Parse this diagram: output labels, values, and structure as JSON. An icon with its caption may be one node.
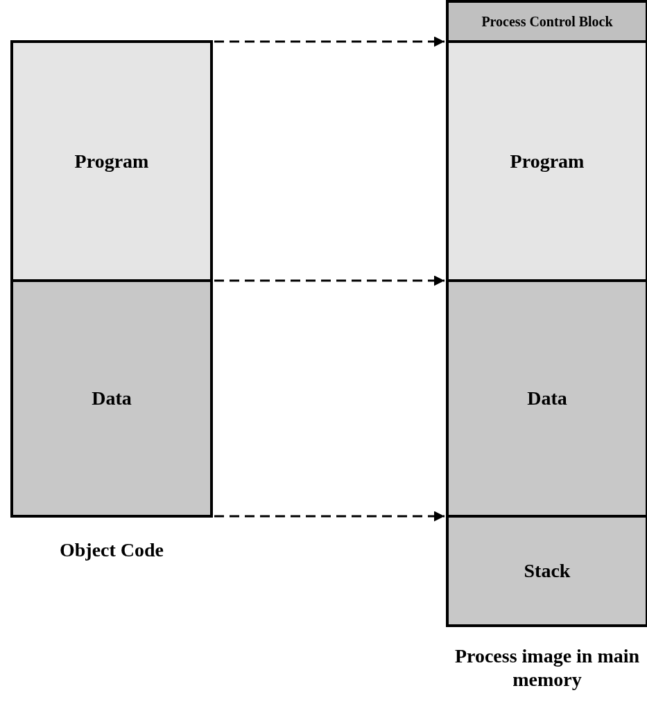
{
  "diagram": {
    "nodes": [
      {
        "text": [
          "Program"
        ]
      },
      {
        "text": [
          "Data"
        ]
      },
      {
        "text": [
          "Process Control Block"
        ]
      },
      {
        "text": [
          "Program"
        ]
      },
      {
        "text": [
          "Data"
        ]
      },
      {
        "text": [
          "Stack"
        ]
      }
    ],
    "edges": [
      {
        "from": 0,
        "to": 3,
        "arrow": "to",
        "style": "dashed"
      },
      {
        "from": 1,
        "to": 4,
        "arrow": "to",
        "style": "dashed"
      },
      {
        "from": 1,
        "to": 5,
        "arrow": "to",
        "style": "dashed"
      }
    ],
    "labels": [
      "Object Code",
      "Process image in main memory"
    ]
  }
}
